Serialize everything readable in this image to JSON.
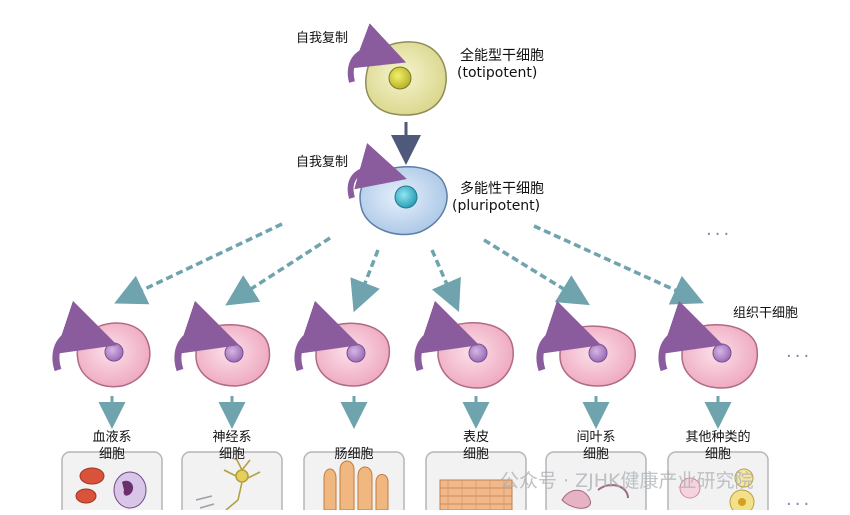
{
  "top": {
    "self_renewal": "自我复制",
    "cell_name": "全能型干细胞",
    "cell_en": "(totipotent)"
  },
  "middle": {
    "self_renewal": "自我复制",
    "cell_name": "多能性干细胞",
    "cell_en": "(pluripotent)"
  },
  "tissue_label": "组织干细胞",
  "ellipsis": "···",
  "lineages": [
    {
      "line1": "血液系",
      "line2": "细胞"
    },
    {
      "line1": "神经系",
      "line2": "细胞"
    },
    {
      "line1": "肠细胞",
      "line2": ""
    },
    {
      "line1": "表皮",
      "line2": "细胞"
    },
    {
      "line1": "间叶系",
      "line2": "细胞"
    },
    {
      "line1": "其他种类的",
      "line2": "细胞"
    }
  ],
  "watermark": "公众号 · ZJHK健康产业研究院",
  "colors": {
    "totipotent": "#e9e6a8",
    "pluripotent": "#c9def4",
    "tissue": "#f4bfd0",
    "arrow_purple": "#8a5c9e",
    "arrow_teal": "#6fa3ad",
    "arrow_dark": "#4f5a7a"
  }
}
